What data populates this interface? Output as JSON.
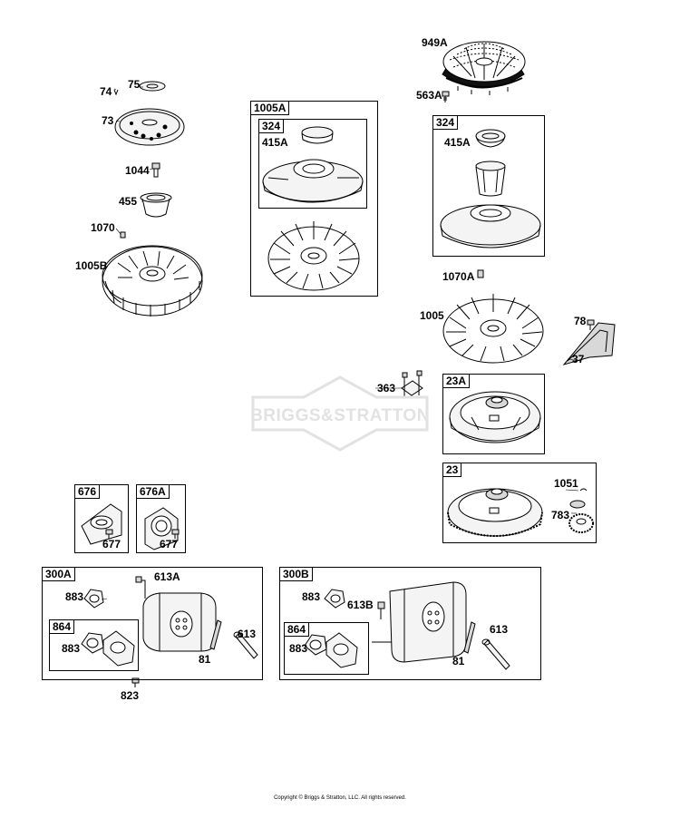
{
  "watermark": {
    "text": "BRIGGS&STRATTON"
  },
  "copyright": "Copyright © Briggs & Stratton, LLC. All rights reserved.",
  "boxes": {
    "b1005A": "1005A",
    "b324_inner": "324",
    "b324": "324",
    "b23A": "23A",
    "b23": "23",
    "b676": "676",
    "b676A": "676A",
    "b300A": "300A",
    "b864_left": "864",
    "b300B": "300B",
    "b864_right": "864"
  },
  "parts": {
    "p74": "74",
    "p75": "75",
    "p73": "73",
    "p1044": "1044",
    "p455": "455",
    "p1070": "1070",
    "p1005B": "1005B",
    "p415A_left": "415A",
    "p949A": "949A",
    "p563A": "563A",
    "p415A_right": "415A",
    "p1070A": "1070A",
    "p1005": "1005",
    "p78": "78",
    "p37": "37",
    "p363": "363",
    "p1051": "1051",
    "p783": "783",
    "p677_left": "677",
    "p677_right": "677",
    "p613A": "613A",
    "p883_a": "883",
    "p883_b": "883",
    "p613_left": "613",
    "p81_left": "81",
    "p823": "823",
    "p883_c": "883",
    "p613B": "613B",
    "p883_d": "883",
    "p613_right": "613",
    "p81_right": "81"
  },
  "colors": {
    "line": "#000000",
    "watermark": "#e2e2e2",
    "fill_light": "#f4f4f4",
    "fill_mid": "#d8d8d8"
  }
}
